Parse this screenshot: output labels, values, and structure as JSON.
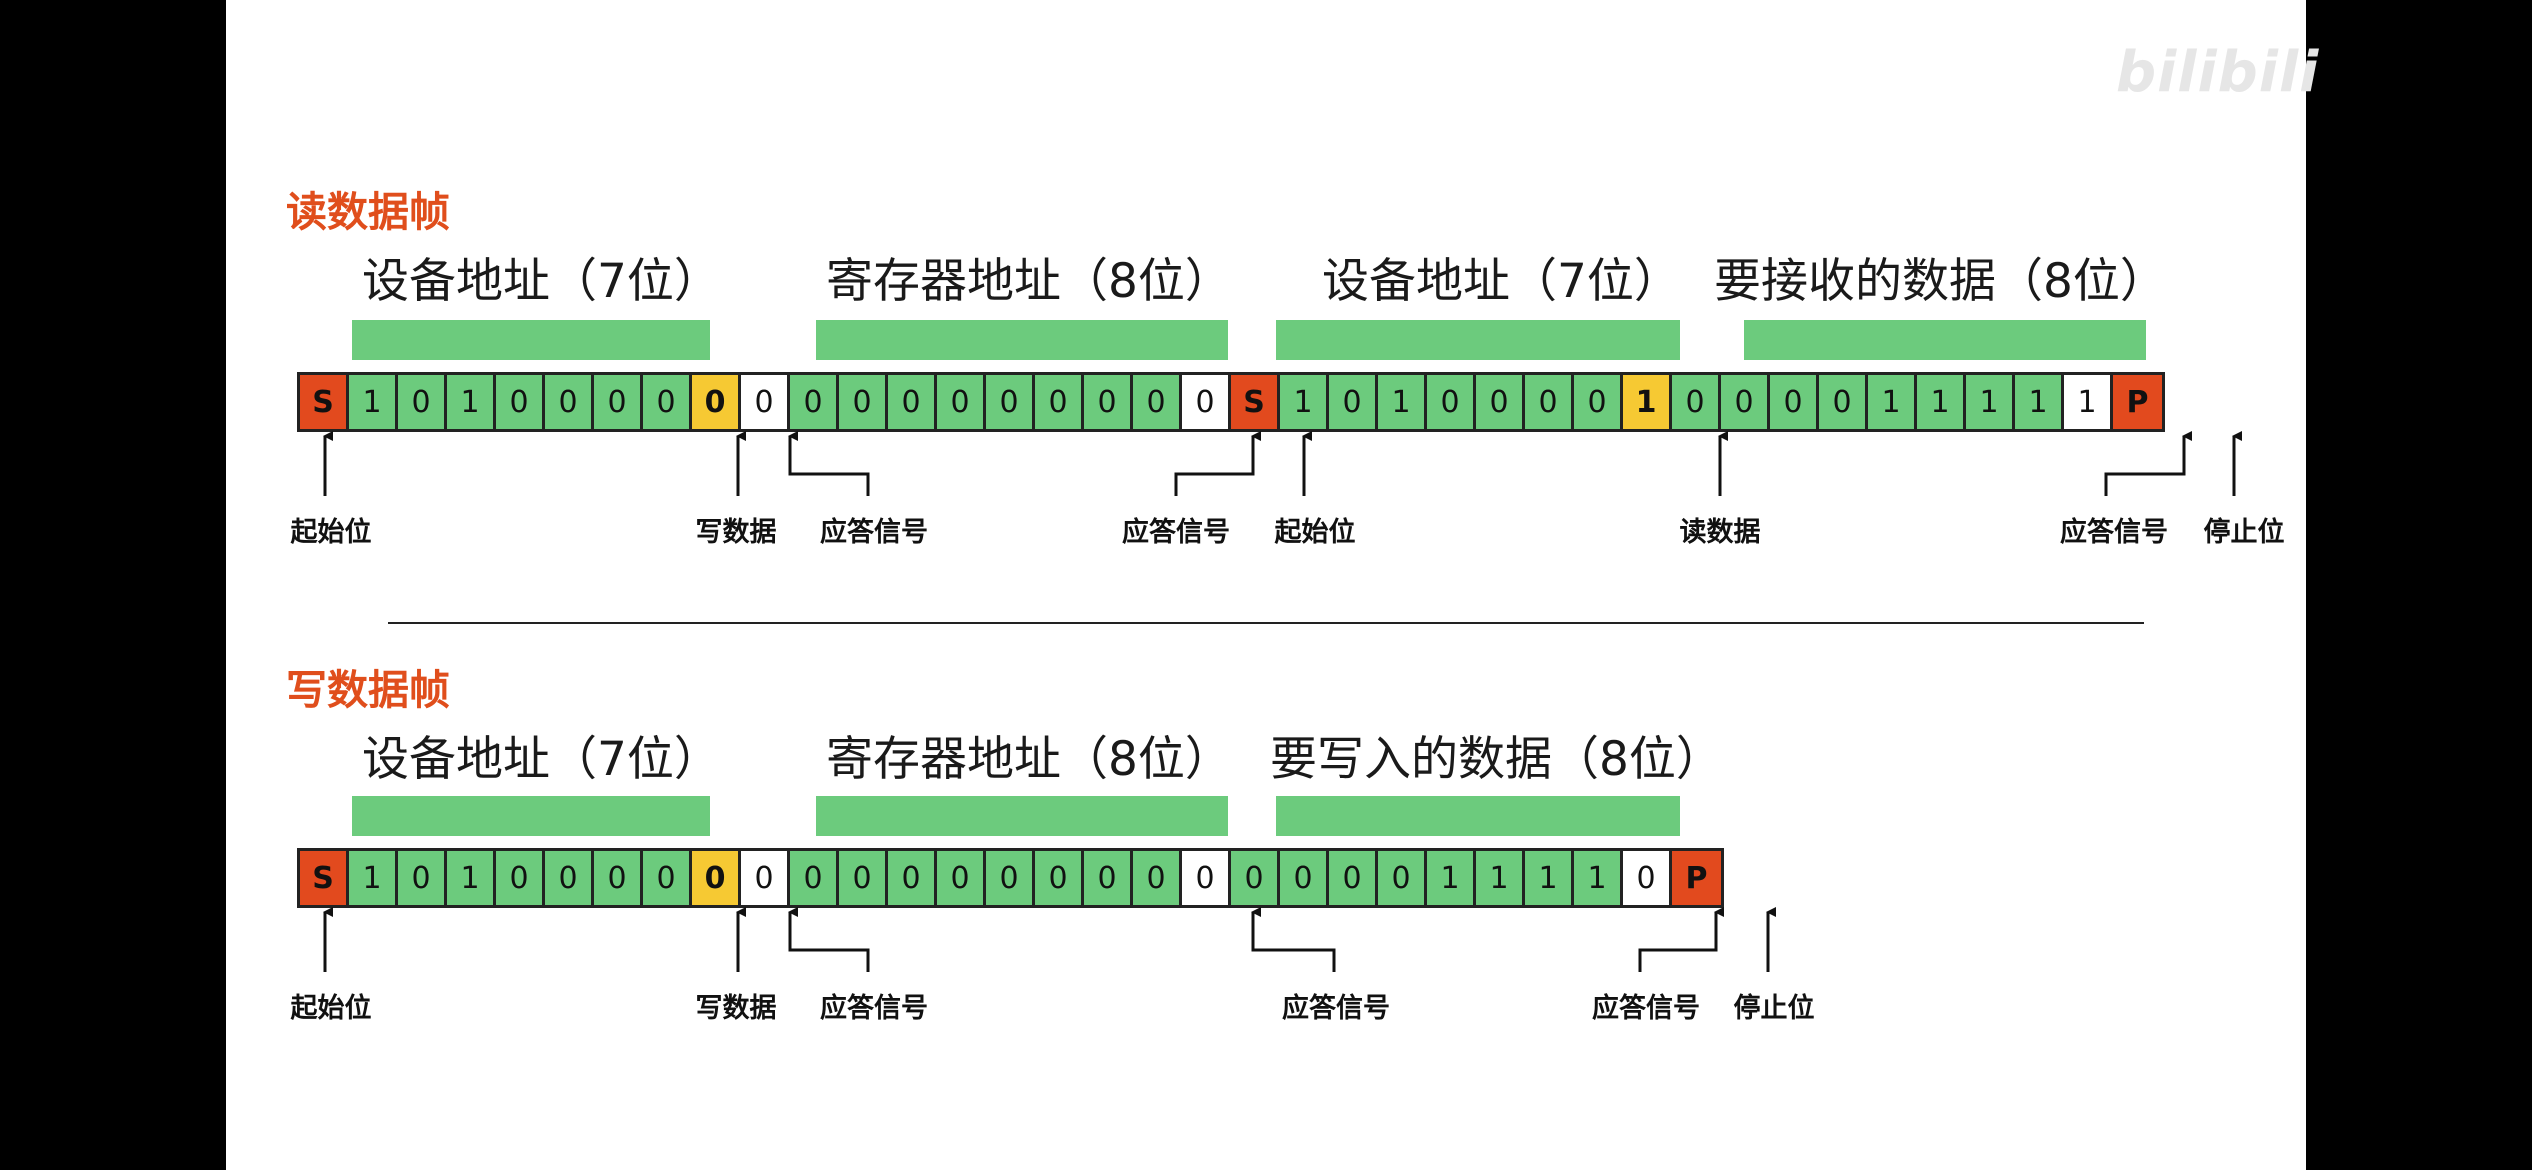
{
  "watermark": "bilibili",
  "read_frame": {
    "title": "读数据帧",
    "fields": [
      "设备地址（7位）",
      "寄存器地址（8位）",
      "设备地址（7位）",
      "要接收的数据（8位）"
    ],
    "bits": [
      {
        "v": "S",
        "t": "start"
      },
      {
        "v": "1",
        "t": "data"
      },
      {
        "v": "0",
        "t": "data"
      },
      {
        "v": "1",
        "t": "data"
      },
      {
        "v": "0",
        "t": "data"
      },
      {
        "v": "0",
        "t": "data"
      },
      {
        "v": "0",
        "t": "data"
      },
      {
        "v": "0",
        "t": "data"
      },
      {
        "v": "0",
        "t": "rw"
      },
      {
        "v": "0",
        "t": "ack"
      },
      {
        "v": "0",
        "t": "data"
      },
      {
        "v": "0",
        "t": "data"
      },
      {
        "v": "0",
        "t": "data"
      },
      {
        "v": "0",
        "t": "data"
      },
      {
        "v": "0",
        "t": "data"
      },
      {
        "v": "0",
        "t": "data"
      },
      {
        "v": "0",
        "t": "data"
      },
      {
        "v": "0",
        "t": "data"
      },
      {
        "v": "0",
        "t": "ack"
      },
      {
        "v": "S",
        "t": "start"
      },
      {
        "v": "1",
        "t": "data"
      },
      {
        "v": "0",
        "t": "data"
      },
      {
        "v": "1",
        "t": "data"
      },
      {
        "v": "0",
        "t": "data"
      },
      {
        "v": "0",
        "t": "data"
      },
      {
        "v": "0",
        "t": "data"
      },
      {
        "v": "0",
        "t": "data"
      },
      {
        "v": "1",
        "t": "rw"
      },
      {
        "v": "0",
        "t": "data"
      },
      {
        "v": "0",
        "t": "data"
      },
      {
        "v": "0",
        "t": "data"
      },
      {
        "v": "0",
        "t": "data"
      },
      {
        "v": "1",
        "t": "data"
      },
      {
        "v": "1",
        "t": "data"
      },
      {
        "v": "1",
        "t": "data"
      },
      {
        "v": "1",
        "t": "data"
      },
      {
        "v": "1",
        "t": "ack"
      },
      {
        "v": "P",
        "t": "stop"
      }
    ],
    "annotations": [
      "起始位",
      "写数据",
      "应答信号",
      "应答信号",
      "起始位",
      "读数据",
      "应答信号",
      "停止位"
    ]
  },
  "write_frame": {
    "title": "写数据帧",
    "fields": [
      "设备地址（7位）",
      "寄存器地址（8位）",
      "要写入的数据（8位）"
    ],
    "bits": [
      {
        "v": "S",
        "t": "start"
      },
      {
        "v": "1",
        "t": "data"
      },
      {
        "v": "0",
        "t": "data"
      },
      {
        "v": "1",
        "t": "data"
      },
      {
        "v": "0",
        "t": "data"
      },
      {
        "v": "0",
        "t": "data"
      },
      {
        "v": "0",
        "t": "data"
      },
      {
        "v": "0",
        "t": "data"
      },
      {
        "v": "0",
        "t": "rw"
      },
      {
        "v": "0",
        "t": "ack"
      },
      {
        "v": "0",
        "t": "data"
      },
      {
        "v": "0",
        "t": "data"
      },
      {
        "v": "0",
        "t": "data"
      },
      {
        "v": "0",
        "t": "data"
      },
      {
        "v": "0",
        "t": "data"
      },
      {
        "v": "0",
        "t": "data"
      },
      {
        "v": "0",
        "t": "data"
      },
      {
        "v": "0",
        "t": "data"
      },
      {
        "v": "0",
        "t": "ack"
      },
      {
        "v": "0",
        "t": "data"
      },
      {
        "v": "0",
        "t": "data"
      },
      {
        "v": "0",
        "t": "data"
      },
      {
        "v": "0",
        "t": "data"
      },
      {
        "v": "1",
        "t": "data"
      },
      {
        "v": "1",
        "t": "data"
      },
      {
        "v": "1",
        "t": "data"
      },
      {
        "v": "1",
        "t": "data"
      },
      {
        "v": "0",
        "t": "ack"
      },
      {
        "v": "P",
        "t": "stop"
      }
    ],
    "annotations": [
      "起始位",
      "写数据",
      "应答信号",
      "应答信号",
      "应答信号",
      "停止位"
    ]
  },
  "colors": {
    "start_stop": "#e24a1e",
    "data": "#6ccb7d",
    "rw": "#f6c933",
    "ack": "#ffffff",
    "title": "#e04e1c"
  }
}
